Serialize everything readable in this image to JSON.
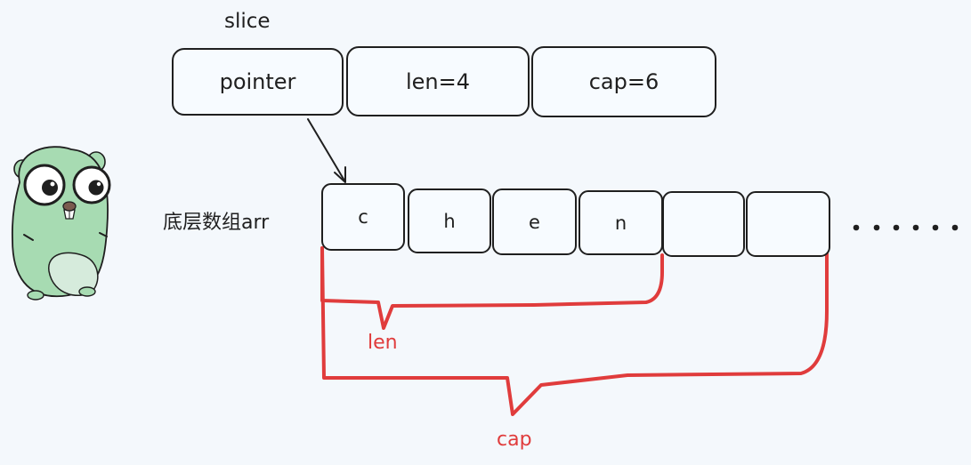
{
  "slice": {
    "title": "slice",
    "fields": {
      "pointer": "pointer",
      "len": "len=4",
      "cap": "cap=6"
    }
  },
  "array": {
    "label": "底层数组arr",
    "cells": [
      "c",
      "h",
      "e",
      "n",
      "",
      ""
    ],
    "ellipsis": "......"
  },
  "brackets": {
    "len_label": "len",
    "cap_label": "cap"
  },
  "colors": {
    "stroke": "#1f1f1f",
    "bracket": "#e03c3c",
    "gopher_body": "#a7dbb2",
    "gopher_belly": "#d6ebdc",
    "background": "#f4f8fc"
  },
  "icons": {
    "mascot": "gopher-icon",
    "arrow": "pointer-arrow-icon",
    "ellipsis": "ellipsis-dots-icon"
  }
}
